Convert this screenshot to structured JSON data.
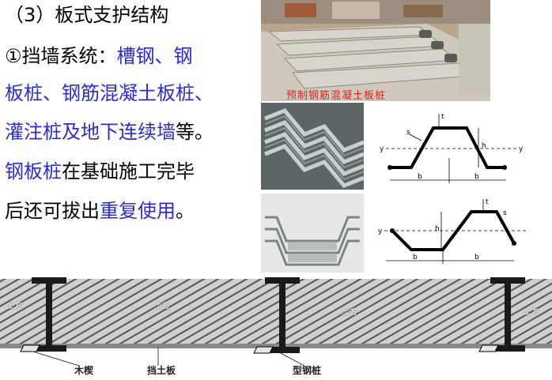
{
  "slide": {
    "line1": "（3）板式支护结构",
    "line2_prefix": "①挡墙系统：",
    "line2_hl": "槽钢、钢",
    "line3_hl": "板桩、钢筋混凝土板桩、",
    "line4_hl": "灌注桩及地下连续墙",
    "line4_tail": "等。",
    "line5_hl": "钢板桩",
    "line5_tail": "在基础施工完毕",
    "line6_prefix": "后还可拔出",
    "line6_hl": "重复使用",
    "line6_tail": "。"
  },
  "photos": {
    "top_caption": "预制钢筋混凝土板桩"
  },
  "diagram_top": {
    "labels": {
      "t": "t",
      "s": "s",
      "h": "h",
      "y_left": "y",
      "y_right": "y",
      "b1": "b",
      "b2": "b"
    }
  },
  "diagram_bottom": {
    "labels": {
      "t": "t",
      "s": "s",
      "h": "h",
      "y": "y",
      "b1": "b",
      "b2": "b"
    }
  },
  "section": {
    "soil_labels": [
      "土方",
      "土方",
      "土方",
      "土方"
    ],
    "callouts": [
      "木楔",
      "挡土板",
      "型钢桩"
    ]
  },
  "colors": {
    "highlight": "#2b2bd6",
    "caption": "#e0231f"
  }
}
